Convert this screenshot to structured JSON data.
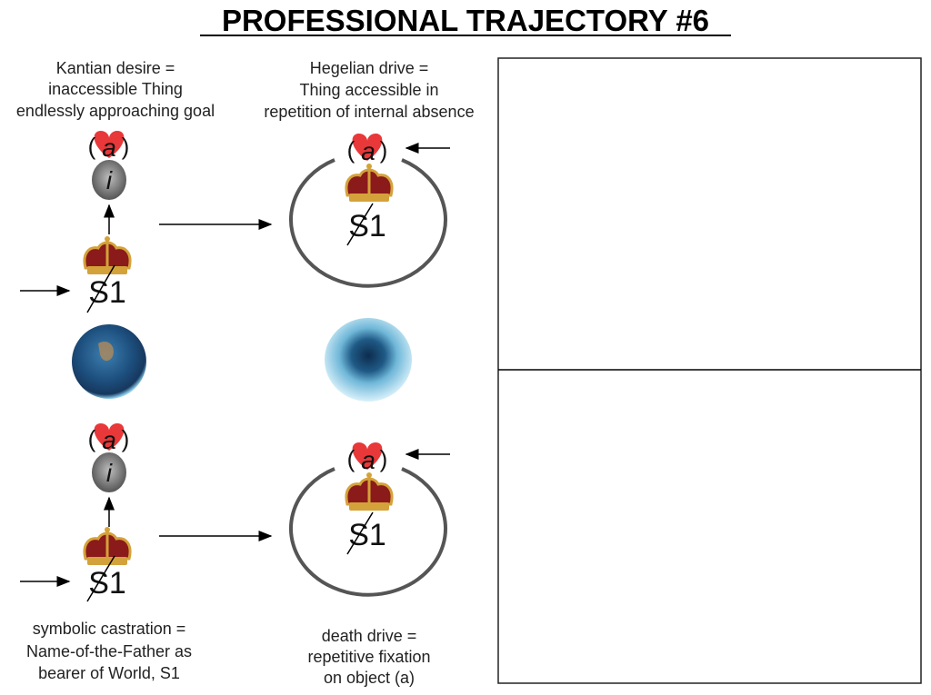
{
  "title": "PROFESSIONAL TRAJECTORY #6",
  "top_left_caption": [
    "Kantian desire =",
    "inaccessible Thing",
    "endlessly approaching goal"
  ],
  "top_middle_caption": [
    "Hegelian drive =",
    "Thing accessible in",
    "repetition of internal absence"
  ],
  "bottom_left_caption": [
    "symbolic castration =",
    "Name-of-the-Father as",
    "bearer of World, S1"
  ],
  "bottom_middle_caption": [
    "death drive =",
    "repetitive fixation",
    "on object (a)"
  ],
  "symbols": {
    "object_a": "a",
    "ideal": "i",
    "signifier": "S1",
    "open_paren": "(",
    "close_paren": ")"
  },
  "colors": {
    "heart": "#e8383a",
    "circle": "#555555",
    "crown": "#8b1a1a",
    "gold": "#d4a23a"
  }
}
